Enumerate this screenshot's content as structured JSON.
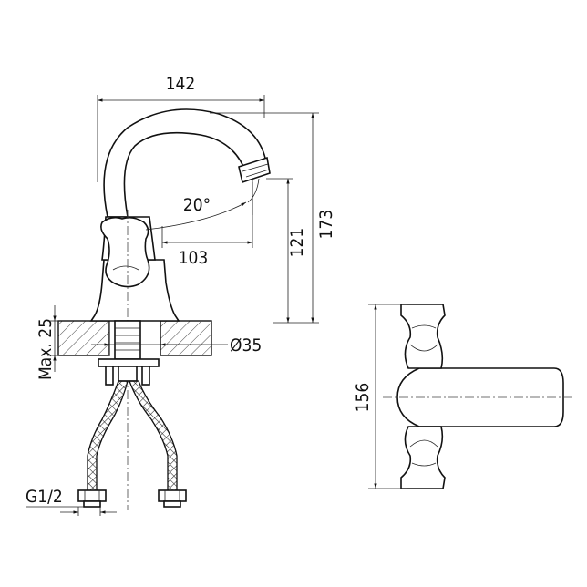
{
  "dimensions": {
    "spout_reach": "142",
    "total_height": "173",
    "outlet_height": "121",
    "handle_to_outlet": "103",
    "spout_rotation": "20°",
    "max_mount_thickness": "Max. 25",
    "mount_hole_diameter": "Ø35",
    "connection_thread": "G1/2",
    "top_view_width": "156"
  }
}
